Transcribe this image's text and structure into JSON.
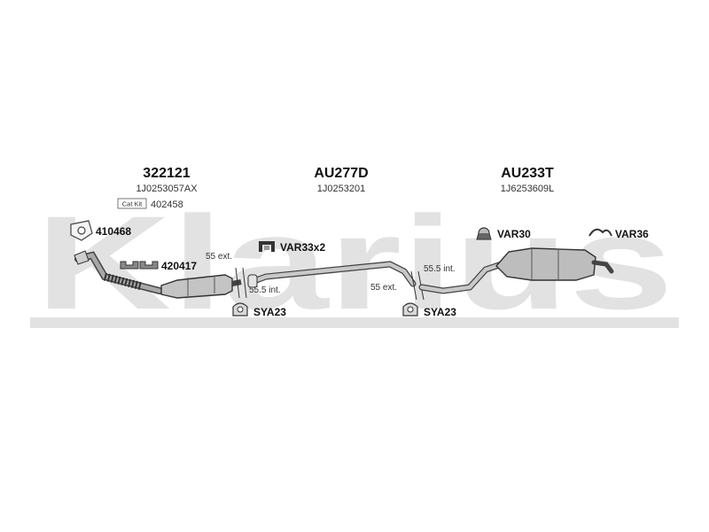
{
  "watermark": {
    "text": "Klarius",
    "color": "#dcdcdc"
  },
  "sections": [
    {
      "part_number": "322121",
      "oem_code": "1J0253057AX"
    },
    {
      "part_number": "AU277D",
      "oem_code": "1J0253201"
    },
    {
      "part_number": "AU233T",
      "oem_code": "1J6253609L"
    }
  ],
  "catalytic_kit": {
    "label": "Cat Kit",
    "code": "402458"
  },
  "fittings": {
    "gasket": "410468",
    "clamp_front": "420417",
    "hanger_clamp": "VAR33x2",
    "rubber_mount_left": "SYA23",
    "rubber_mount_right": "SYA23",
    "mount_rear_a": "VAR30",
    "mount_rear_b": "VAR36"
  },
  "joints": {
    "left_ext": "55 ext.",
    "left_int": "55.5 int.",
    "right_int": "55.5 int.",
    "right_ext": "55 ext."
  },
  "colors": {
    "pipe": "#9a9a9a",
    "pipe_stroke": "#444444",
    "watermark": "#dcdcdc"
  }
}
